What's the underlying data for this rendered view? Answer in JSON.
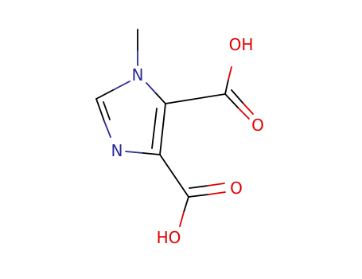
{
  "molecule": {
    "colors": {
      "bond": "#000000",
      "nitrogen": "#2b2b9a",
      "oxygen": "#e00000",
      "background": "#ffffff"
    },
    "atoms": {
      "n1": "N",
      "n3": "N",
      "o_upper_oh": "OH",
      "o_upper_o": "O",
      "o_lower_o": "O",
      "o_lower_oh": "HO"
    }
  }
}
